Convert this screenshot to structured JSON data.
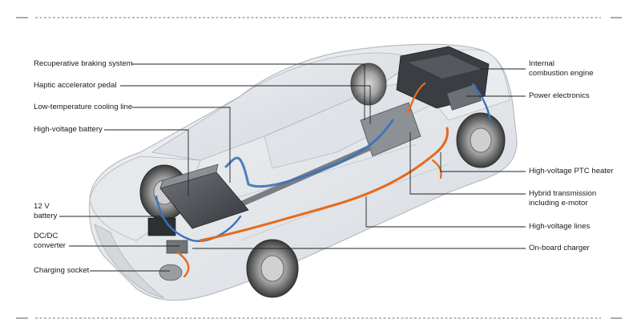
{
  "diagram": {
    "labels_left": [
      {
        "id": "regen-braking",
        "lines": [
          "Recuperative braking system"
        ]
      },
      {
        "id": "haptic-pedal",
        "lines": [
          "Haptic accelerator pedal"
        ]
      },
      {
        "id": "cooling-line",
        "lines": [
          "Low-temperature cooling line"
        ]
      },
      {
        "id": "hv-battery",
        "lines": [
          "High-voltage battery"
        ]
      },
      {
        "id": "12v-battery",
        "lines": [
          "12 V",
          "battery"
        ]
      },
      {
        "id": "dcdc",
        "lines": [
          "DC/DC",
          "converter"
        ]
      },
      {
        "id": "charging-socket",
        "lines": [
          "Charging socket"
        ]
      }
    ],
    "labels_right": [
      {
        "id": "ice",
        "lines": [
          "Internal",
          "combustion engine"
        ]
      },
      {
        "id": "power-electronics",
        "lines": [
          "Power electronics"
        ]
      },
      {
        "id": "ptc-heater",
        "lines": [
          "High-voltage PTC heater"
        ]
      },
      {
        "id": "hybrid-transmission",
        "lines": [
          "Hybrid transmission",
          "including e-motor"
        ]
      },
      {
        "id": "hv-lines",
        "lines": [
          "High-voltage lines"
        ]
      },
      {
        "id": "onboard-charger",
        "lines": [
          "On-board charger"
        ]
      }
    ],
    "colors": {
      "hv_line": "#e46a1c",
      "cooling_line": "#3a73b8",
      "leader": "#222222",
      "car_body": "#e4e7ea",
      "car_edge": "#b7bcc2"
    }
  }
}
